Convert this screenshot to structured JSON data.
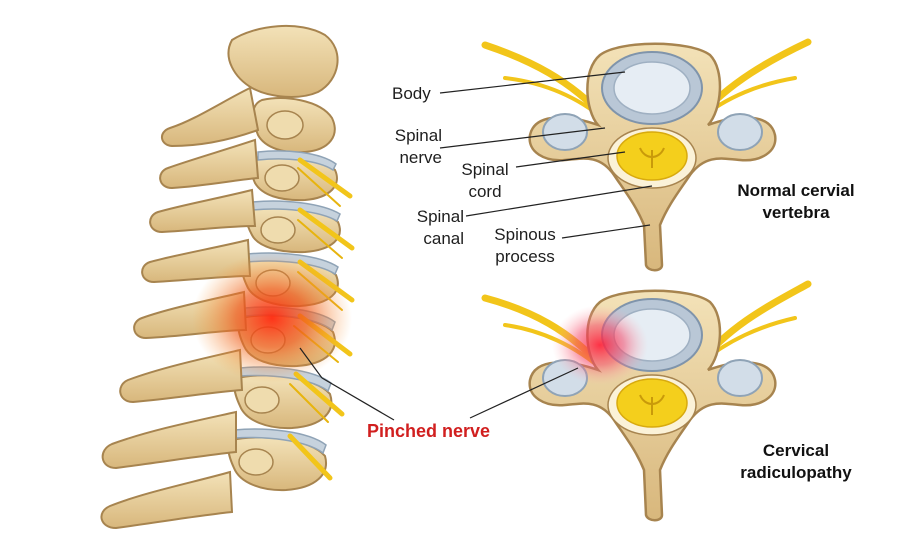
{
  "labels": {
    "body": "Body",
    "spinal_nerve": [
      "Spinal",
      "nerve"
    ],
    "spinal_cord": [
      "Spinal",
      "cord"
    ],
    "spinal_canal": [
      "Spinal",
      "canal"
    ],
    "spinous_process": [
      "Spinous",
      "process"
    ],
    "pinched_nerve": "Pinched nerve"
  },
  "captions": {
    "normal": [
      "Normal cervial",
      "vertebra"
    ],
    "radiculopathy": [
      "Cervical",
      "radiculopathy"
    ]
  },
  "colors": {
    "bone": "#e8cf9b",
    "bone_shadow": "#b48f58",
    "bone_light": "#f6e8c4",
    "disc": "#bcc9d6",
    "disc_inner": "#e3eaf1",
    "nerve": "#f2c51a",
    "cord": "#f4cf1c",
    "inflammation": "#e8401e",
    "label_red": "#d11f1f"
  }
}
